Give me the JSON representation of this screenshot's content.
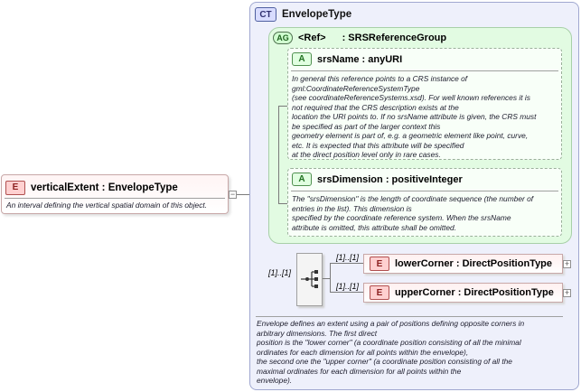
{
  "element": {
    "badge": "E",
    "name": "verticalExtent",
    "type": "EnvelopeType",
    "doc": "An interval defining the vertical spatial domain of this object."
  },
  "complex_type": {
    "badge": "CT",
    "name": "EnvelopeType",
    "doc_lines": [
      "Envelope defines an extent using a pair of positions defining opposite corners in",
      "arbitrary dimensions. The first direct",
      "position is the \"lower corner\" (a coordinate position consisting of all the minimal",
      "ordinates for each dimension for all points within the envelope),",
      "the second one the \"upper corner\" (a coordinate position consisting of all the",
      "maximal ordinates for each dimension for all points within the",
      "envelope)."
    ]
  },
  "attribute_group": {
    "badge": "AG",
    "ref_label": "<Ref>",
    "name": ": SRSReferenceGroup",
    "attributes": [
      {
        "badge": "A",
        "name": "srsName",
        "type": "anyURI",
        "doc_lines": [
          "In general this reference points to a CRS instance of",
          "gml:CoordinateReferenceSystemType",
          "(see coordinateReferenceSystems.xsd). For well known references it is",
          "not required that the CRS description exists at the",
          "location the URI points to. If no srsName attribute is given, the CRS must",
          "be specified as part of the larger context this",
          "geometry element is part of, e.g. a geometric element like point, curve,",
          "etc. It is expected that this attribute will be specified",
          "at the direct position level only in rare cases."
        ]
      },
      {
        "badge": "A",
        "name": "srsDimension",
        "type": "positiveInteger",
        "doc_lines": [
          "The \"srsDimension\" is the length of coordinate sequence (the number of",
          "entries in the list). This dimension is",
          "specified by the coordinate reference system. When the srsName",
          "attribute is omitted, this attribute shall be omitted."
        ]
      }
    ]
  },
  "sequence": {
    "cardinality": "[1]..[1]",
    "children": [
      {
        "badge": "E",
        "name": "lowerCorner",
        "type": "DirectPositionType",
        "cardinality": "[1]..[1]"
      },
      {
        "badge": "E",
        "name": "upperCorner",
        "type": "DirectPositionType",
        "cardinality": "[1]..[1]"
      }
    ]
  },
  "labels": {
    "colon": ":",
    "minus": "−",
    "plus": "+"
  }
}
